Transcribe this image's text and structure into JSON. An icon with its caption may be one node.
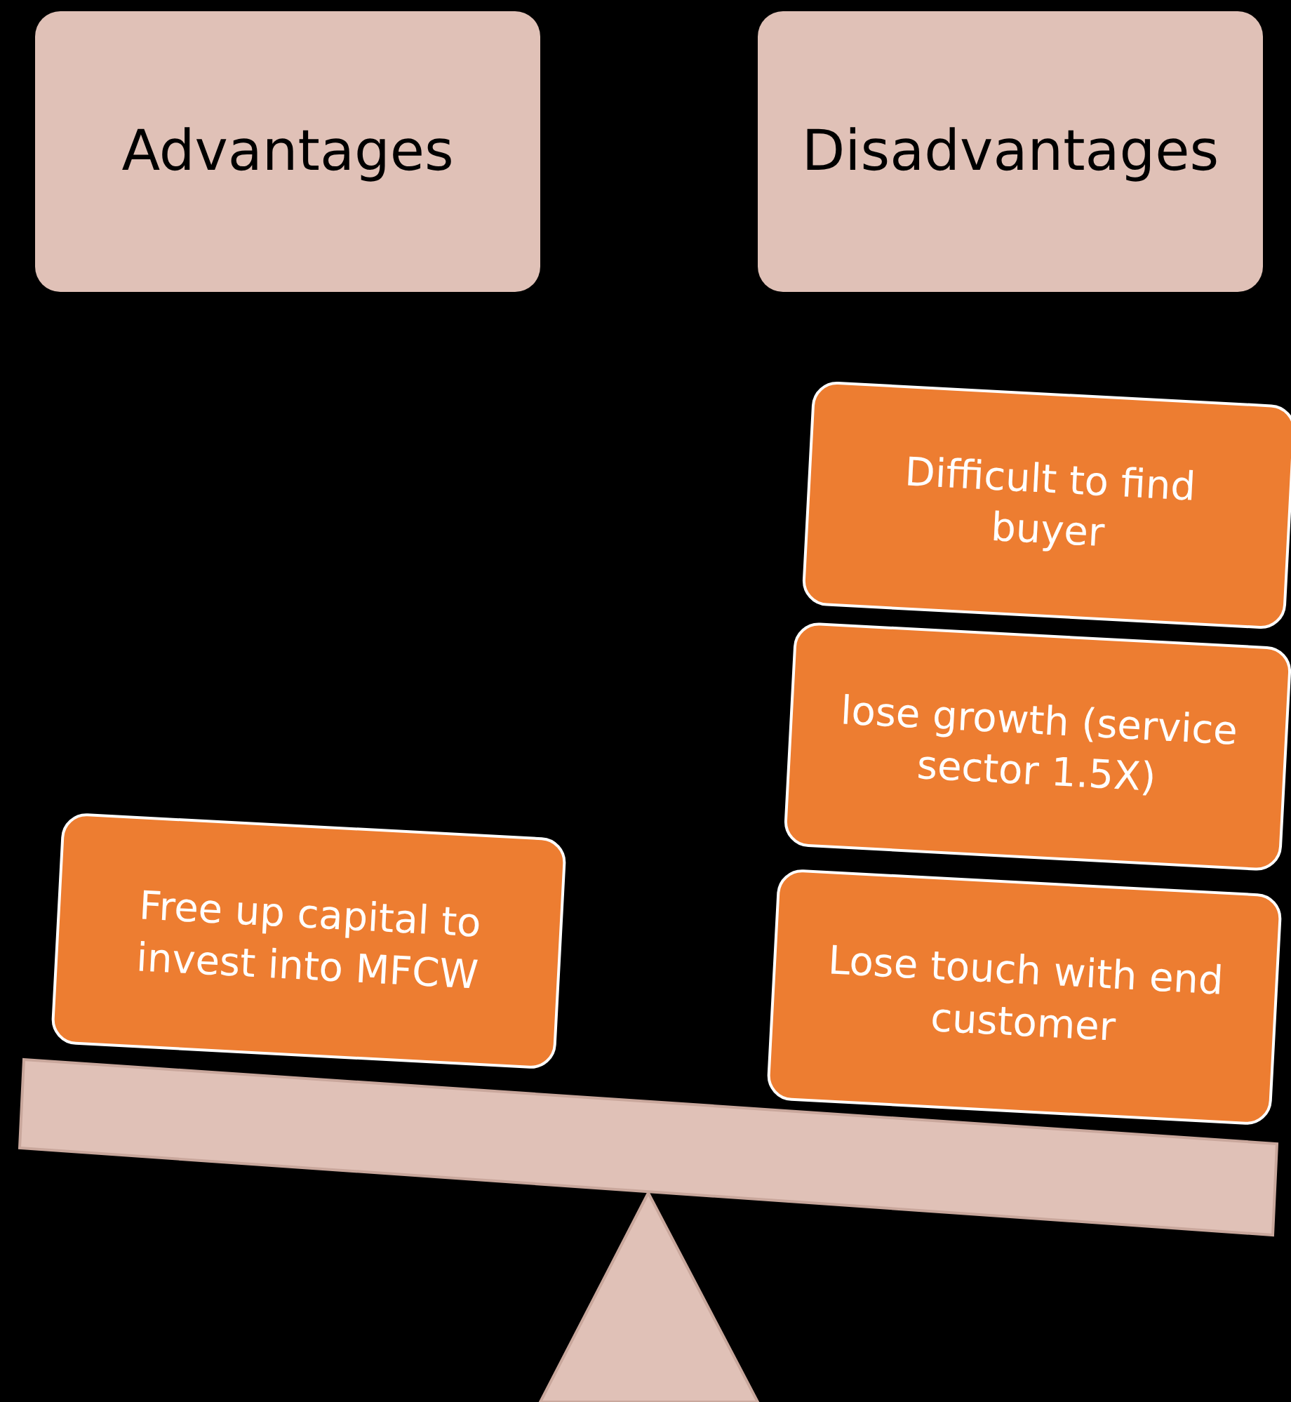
{
  "diagram": {
    "nodes": [
      {
        "text": [
          "Advantages"
        ]
      },
      {
        "text": [
          "Disadvantages"
        ]
      },
      {
        "text": [
          "Free up capital to invest into  MFCW"
        ]
      },
      {
        "text": [
          "Difficult to find buyer"
        ]
      },
      {
        "text": [
          "lose growth (service sector 1.5X)"
        ]
      },
      {
        "text": [
          "Lose touch with end customer"
        ]
      }
    ]
  }
}
